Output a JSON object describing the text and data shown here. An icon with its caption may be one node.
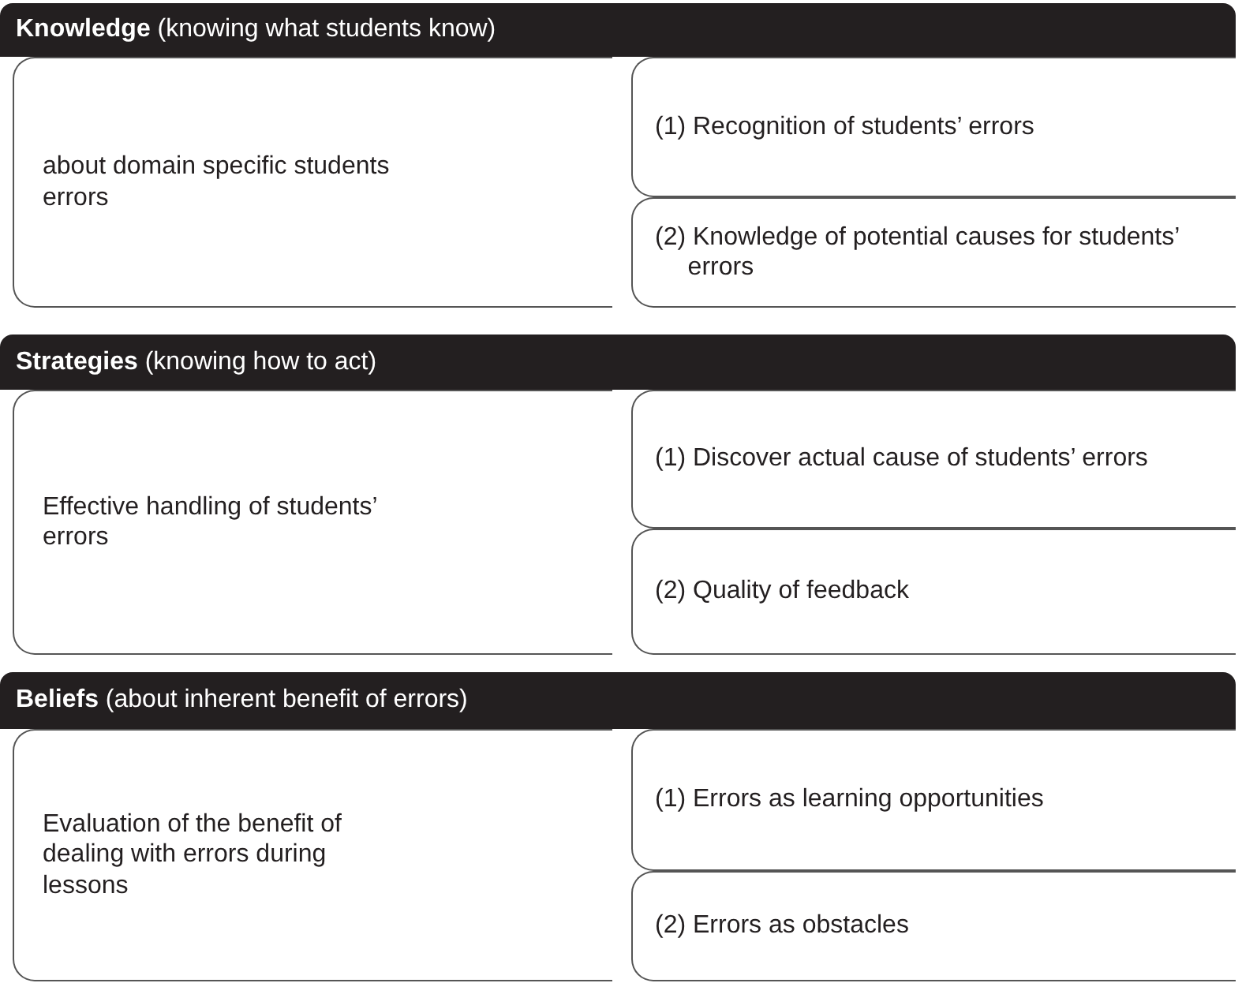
{
  "diagram": {
    "nodes": [
      {
        "text": [
          "**Knowledge** (knowing what students know)"
        ]
      },
      {
        "text": [
          "about domain specific students errors"
        ]
      },
      {
        "text": [
          "(1) Recognition of students’ errors"
        ]
      },
      {
        "text": [
          "(2) Knowledge of potential causes for students’ errors"
        ]
      },
      {
        "text": [
          "**Strategies** (knowing how to act)"
        ]
      },
      {
        "text": [
          "Effective handling of students’ errors"
        ]
      },
      {
        "text": [
          "(1) Discover actual cause of students’ errors"
        ]
      },
      {
        "text": [
          "(2) Quality of feedback"
        ]
      },
      {
        "text": [
          "**Beliefs** (about inherent benefit of errors)"
        ]
      },
      {
        "text": [
          "Evaluation of the benefit of dealing with errors during lessons"
        ]
      },
      {
        "text": [
          "(1) Errors as learning opportunities"
        ]
      },
      {
        "text": [
          "(2) Errors as obstacles"
        ]
      }
    ],
    "edges": []
  }
}
